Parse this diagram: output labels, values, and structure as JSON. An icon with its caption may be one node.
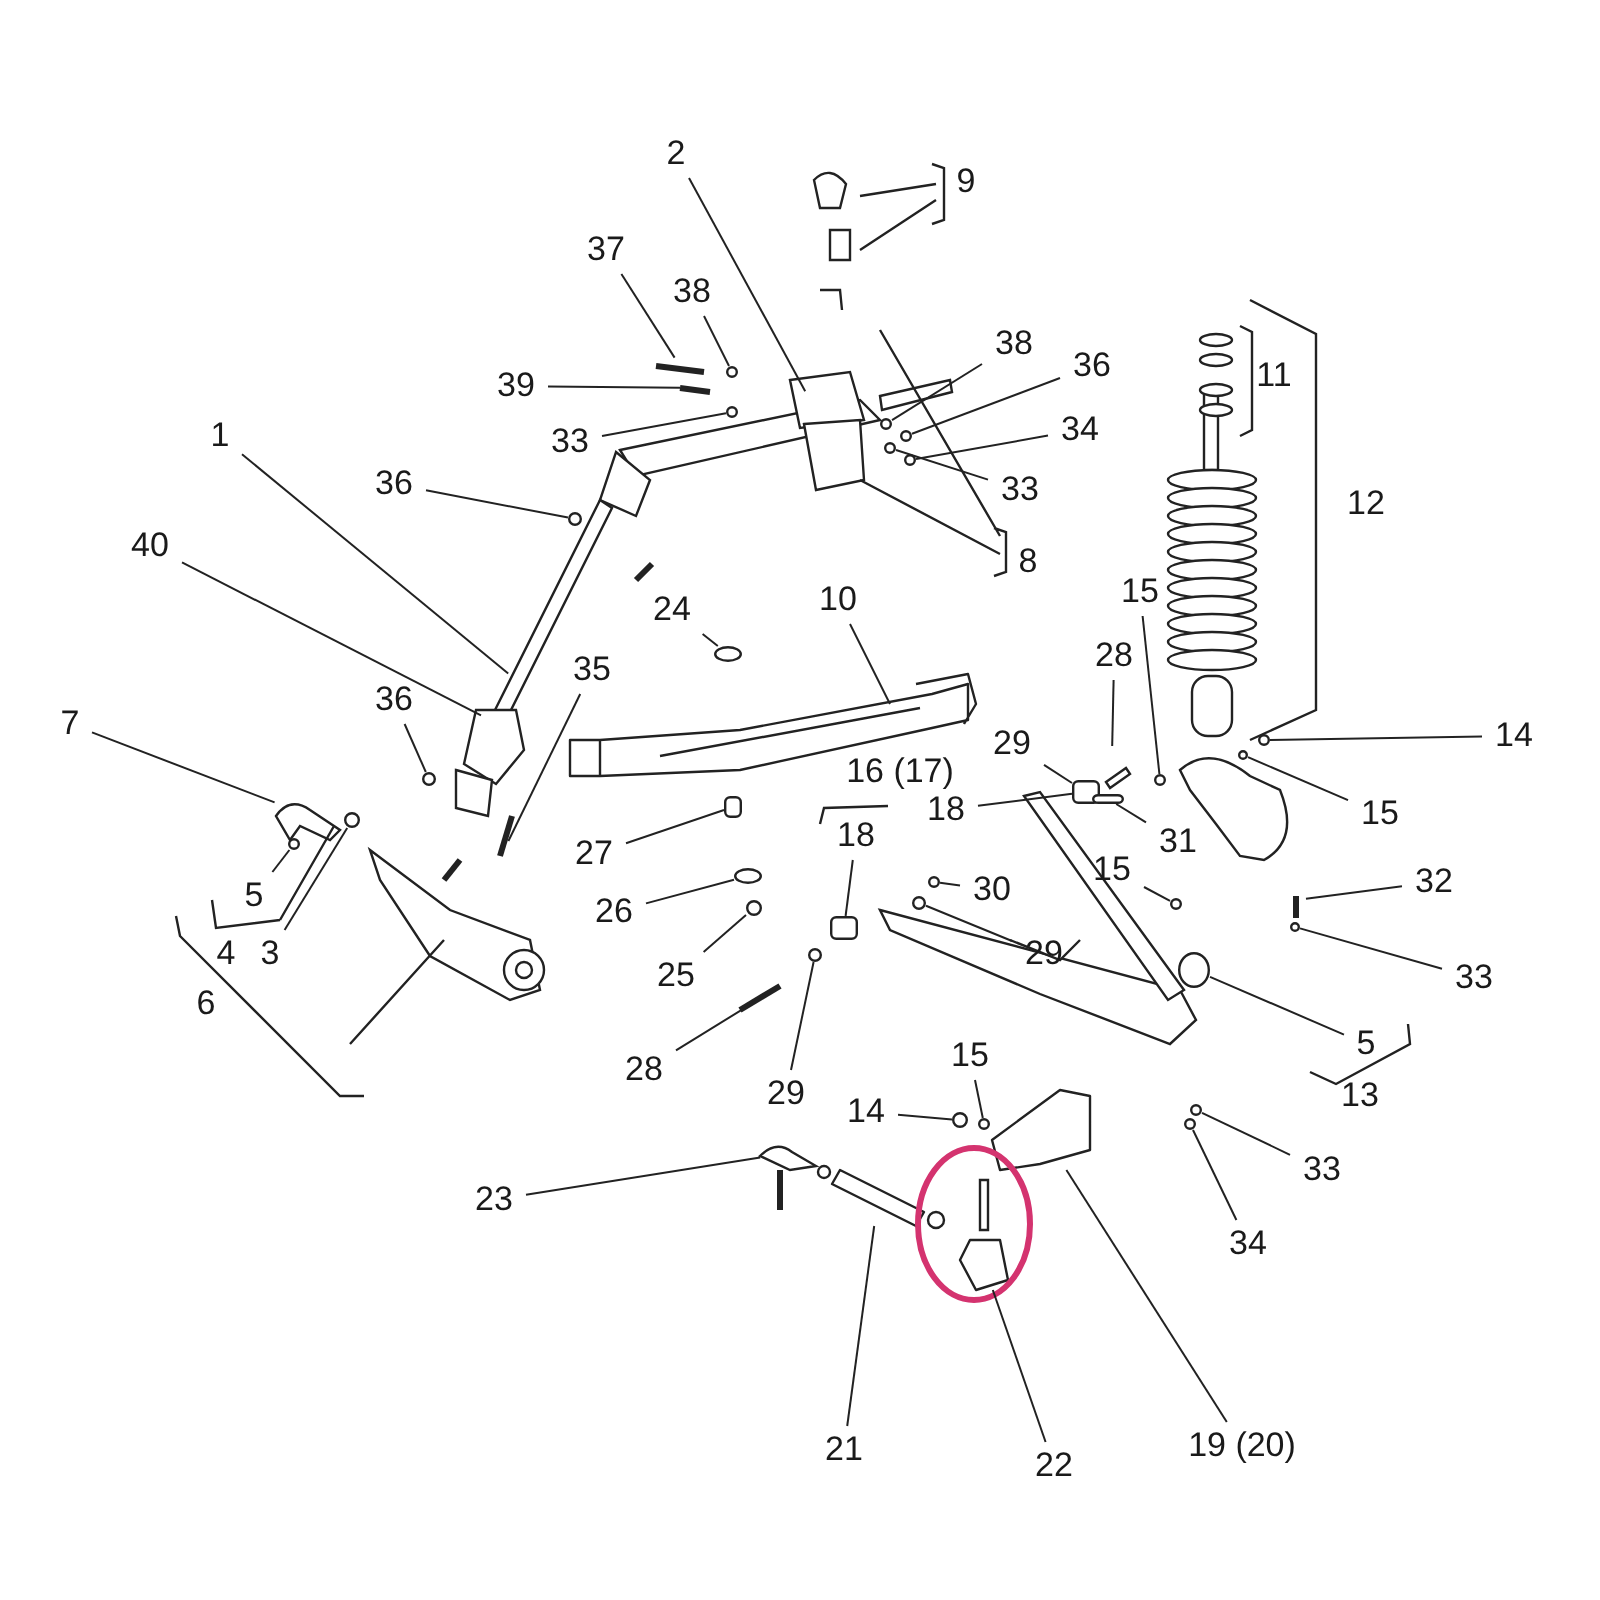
{
  "diagram": {
    "nodes": [
      {
        "text": [
          "1"
        ]
      },
      {
        "text": [
          "2"
        ]
      },
      {
        "text": [
          "37"
        ]
      },
      {
        "text": [
          "38"
        ]
      },
      {
        "text": [
          "39"
        ]
      },
      {
        "text": [
          "33"
        ]
      },
      {
        "text": [
          "36"
        ]
      },
      {
        "text": [
          "40"
        ]
      },
      {
        "text": [
          "35"
        ]
      },
      {
        "text": [
          "36"
        ]
      },
      {
        "text": [
          "7"
        ]
      },
      {
        "text": [
          "5"
        ]
      },
      {
        "text": [
          "4"
        ]
      },
      {
        "text": [
          "3"
        ]
      },
      {
        "text": [
          "6"
        ]
      },
      {
        "text": [
          "24"
        ]
      },
      {
        "text": [
          "10"
        ]
      },
      {
        "text": [
          "28"
        ]
      },
      {
        "text": [
          "15"
        ]
      },
      {
        "text": [
          "12"
        ]
      },
      {
        "text": [
          "11"
        ]
      },
      {
        "text": [
          "9"
        ]
      },
      {
        "text": [
          "8"
        ]
      },
      {
        "text": [
          "38"
        ]
      },
      {
        "text": [
          "36"
        ]
      },
      {
        "text": [
          "34"
        ]
      },
      {
        "text": [
          "33"
        ]
      },
      {
        "text": [
          "14"
        ]
      },
      {
        "text": [
          "15"
        ]
      },
      {
        "text": [
          "16 (17)"
        ]
      },
      {
        "text": [
          "29"
        ]
      },
      {
        "text": [
          "18"
        ]
      },
      {
        "text": [
          "18"
        ]
      },
      {
        "text": [
          "31"
        ]
      },
      {
        "text": [
          "27"
        ]
      },
      {
        "text": [
          "26"
        ]
      },
      {
        "text": [
          "25"
        ]
      },
      {
        "text": [
          "28"
        ]
      },
      {
        "text": [
          "29"
        ]
      },
      {
        "text": [
          "30"
        ]
      },
      {
        "text": [
          "29"
        ]
      },
      {
        "text": [
          "15"
        ]
      },
      {
        "text": [
          "32"
        ]
      },
      {
        "text": [
          "33"
        ]
      },
      {
        "text": [
          "5"
        ]
      },
      {
        "text": [
          "13"
        ]
      },
      {
        "text": [
          "14"
        ]
      },
      {
        "text": [
          "15"
        ]
      },
      {
        "text": [
          "33"
        ]
      },
      {
        "text": [
          "34"
        ]
      },
      {
        "text": [
          "23"
        ]
      },
      {
        "text": [
          "21"
        ]
      },
      {
        "text": [
          "22"
        ]
      },
      {
        "text": [
          "19 (20)"
        ]
      },
      {
        "text": [],
        "shape": "circle"
      },
      {
        "text": [],
        "shape": "circle"
      },
      {
        "text": [],
        "shape": "picture"
      },
      {
        "text": [],
        "shape": "picture"
      },
      {
        "text": [],
        "shape": "picture"
      },
      {
        "text": [],
        "shape": "circle"
      },
      {
        "text": [],
        "shape": "box"
      },
      {
        "text": [],
        "shape": "circle"
      },
      {
        "text": [],
        "shape": "circle"
      },
      {
        "text": [],
        "shape": "circle"
      },
      {
        "text": [],
        "shape": "circle"
      },
      {
        "text": [],
        "shape": "circle"
      },
      {
        "text": [],
        "shape": "circle"
      },
      {
        "text": [],
        "shape": "circle"
      },
      {
        "text": [],
        "shape": "circle"
      },
      {
        "text": [],
        "shape": "circle"
      },
      {
        "text": [],
        "shape": "circle"
      },
      {
        "text": [],
        "shape": "circle"
      },
      {
        "text": [],
        "shape": "circle"
      },
      {
        "text": [],
        "shape": "circle"
      },
      {
        "text": [],
        "shape": "circle"
      },
      {
        "text": [],
        "shape": "circle"
      },
      {
        "text": [],
        "shape": "circle"
      },
      {
        "text": [],
        "shape": "circle"
      },
      {
        "text": [],
        "shape": "circle"
      },
      {
        "text": [],
        "shape": "circle"
      },
      {
        "text": [],
        "shape": "circle"
      },
      {
        "text": [],
        "shape": "circle"
      },
      {
        "text": [],
        "shape": "circle"
      },
      {
        "text": [],
        "shape": "circle"
      },
      {
        "text": [],
        "shape": "box"
      },
      {
        "text": [],
        "shape": "box"
      },
      {
        "text": [],
        "shape": "box"
      },
      {
        "text": [],
        "shape": "picture"
      }
    ],
    "edges": [
      {
        "from": 0,
        "to": null,
        "arrow": "none"
      },
      {
        "from": 1,
        "to": null,
        "arrow": "none"
      },
      {
        "from": 2,
        "to": null,
        "arrow": "none"
      },
      {
        "from": 3,
        "to": 63,
        "arrow": "none"
      },
      {
        "from": 4,
        "to": null,
        "arrow": "none"
      },
      {
        "from": 5,
        "to": 64,
        "arrow": "none"
      },
      {
        "from": 6,
        "to": 61,
        "arrow": "none"
      },
      {
        "from": 7,
        "to": null,
        "arrow": "none"
      },
      {
        "from": 8,
        "to": null,
        "arrow": "none"
      },
      {
        "from": 9,
        "to": 62,
        "arrow": "none"
      },
      {
        "from": 10,
        "to": null,
        "arrow": "none"
      },
      {
        "from": 11,
        "to": 69,
        "arrow": "none"
      },
      {
        "from": 13,
        "to": 70,
        "arrow": "none"
      },
      {
        "from": 15,
        "to": 71,
        "arrow": "none"
      },
      {
        "from": 16,
        "to": 87,
        "arrow": "none"
      },
      {
        "from": 17,
        "to": null,
        "arrow": "none"
      },
      {
        "from": 18,
        "to": 59,
        "arrow": "none"
      },
      {
        "from": 23,
        "to": 65,
        "arrow": "none"
      },
      {
        "from": 24,
        "to": 66,
        "arrow": "none"
      },
      {
        "from": 25,
        "to": 67,
        "arrow": "none"
      },
      {
        "from": 26,
        "to": 68,
        "arrow": "none"
      },
      {
        "from": 27,
        "to": 77,
        "arrow": "none"
      },
      {
        "from": 28,
        "to": 78,
        "arrow": "none"
      },
      {
        "from": 30,
        "to": 60,
        "arrow": "none"
      },
      {
        "from": 31,
        "to": 60,
        "arrow": "none"
      },
      {
        "from": 32,
        "to": 85,
        "arrow": "none"
      },
      {
        "from": 33,
        "to": 86,
        "arrow": "none"
      },
      {
        "from": 34,
        "to": 84,
        "arrow": "none"
      },
      {
        "from": 35,
        "to": 72,
        "arrow": "none"
      },
      {
        "from": 36,
        "to": 73,
        "arrow": "none"
      },
      {
        "from": 37,
        "to": null,
        "arrow": "none"
      },
      {
        "from": 38,
        "to": 74,
        "arrow": "none"
      },
      {
        "from": 39,
        "to": 75,
        "arrow": "none"
      },
      {
        "from": 40,
        "to": 76,
        "arrow": "none"
      },
      {
        "from": 41,
        "to": 80,
        "arrow": "none"
      },
      {
        "from": 42,
        "to": null,
        "arrow": "none"
      },
      {
        "from": 43,
        "to": 79,
        "arrow": "none"
      },
      {
        "from": 44,
        "to": 81,
        "arrow": "none"
      },
      {
        "from": 46,
        "to": 54,
        "arrow": "none"
      },
      {
        "from": 47,
        "to": 55,
        "arrow": "none"
      },
      {
        "from": 48,
        "to": 82,
        "arrow": "none"
      },
      {
        "from": 49,
        "to": 83,
        "arrow": "none"
      },
      {
        "from": 50,
        "to": null,
        "arrow": "none"
      },
      {
        "from": 51,
        "to": 56,
        "arrow": "none"
      },
      {
        "from": 52,
        "to": 57,
        "arrow": "none"
      },
      {
        "from": 53,
        "to": 58,
        "arrow": "none"
      }
    ]
  }
}
